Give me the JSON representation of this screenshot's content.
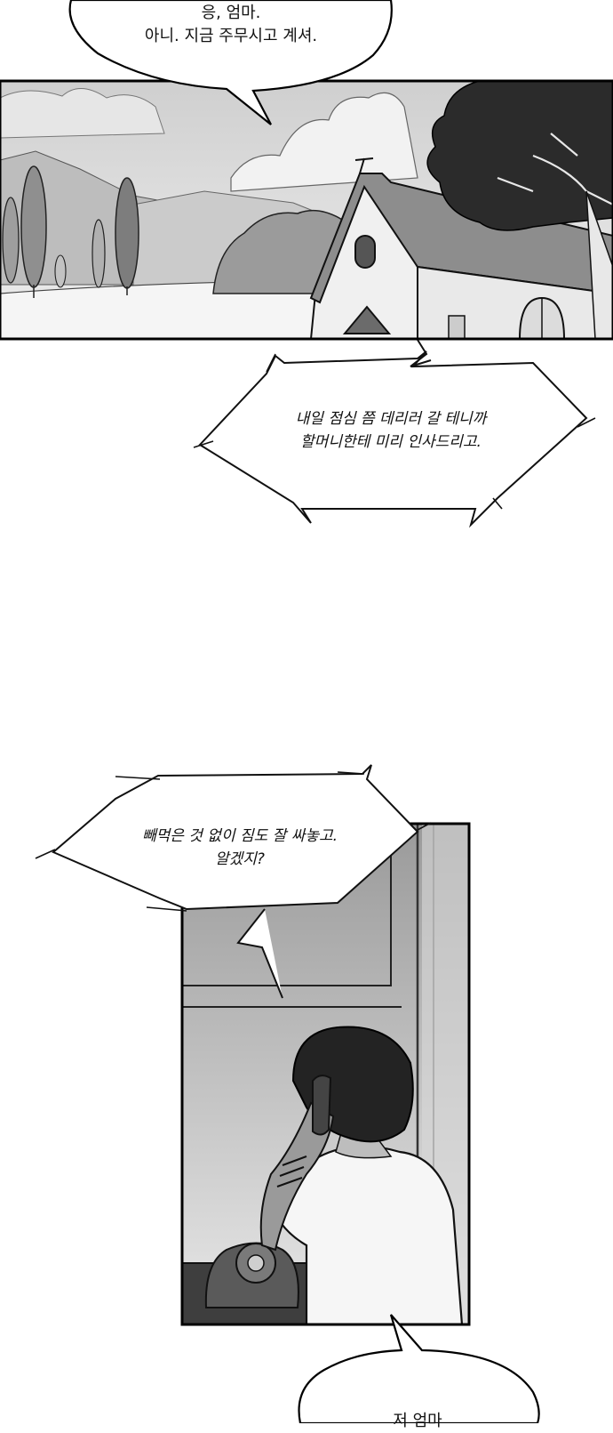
{
  "balloons": {
    "top_speech": {
      "lines": [
        "응, 엄마.",
        "아니. 지금 주무시고 계셔."
      ]
    },
    "narration_1": {
      "lines": [
        "내일 점심 쯤 데리러 갈 테니까",
        "할머니한테 미리 인사드리고."
      ]
    },
    "narration_2": {
      "lines": [
        "빼먹은 것 없이 짐도 잘 싸놓고.",
        "알겠지?"
      ]
    },
    "bottom_speech": {
      "lines": [
        "저 엄마"
      ]
    }
  },
  "colors": {
    "ink": "#111111",
    "paper": "#ffffff",
    "shade": "#9a9a9a",
    "dark": "#2b2b2b"
  }
}
